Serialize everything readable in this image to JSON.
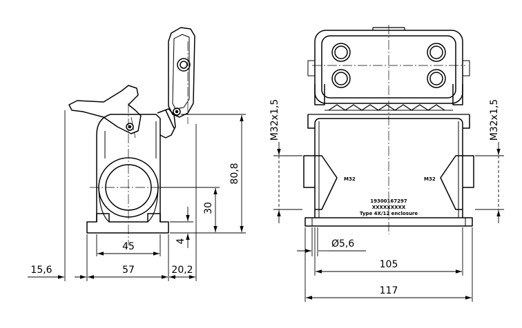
{
  "diagram": {
    "dimensions": {
      "d15_6": "15,6",
      "d57": "57",
      "d20_2": "20,2",
      "d45": "45",
      "d4": "4",
      "d30": "30",
      "d80_8": "80,8",
      "thread_left": "M32x1,5",
      "thread_right": "M32x1,5",
      "dia5_6": "Ø5,6",
      "d105": "105",
      "d117": "117"
    },
    "markings": {
      "port_left": "M32",
      "port_right": "M32",
      "part_number": "19300167297",
      "code": "XXXXXXXXX",
      "type": "Type 4X/12 enclosure"
    },
    "colors": {
      "line": "#000000",
      "background": "#ffffff"
    }
  }
}
